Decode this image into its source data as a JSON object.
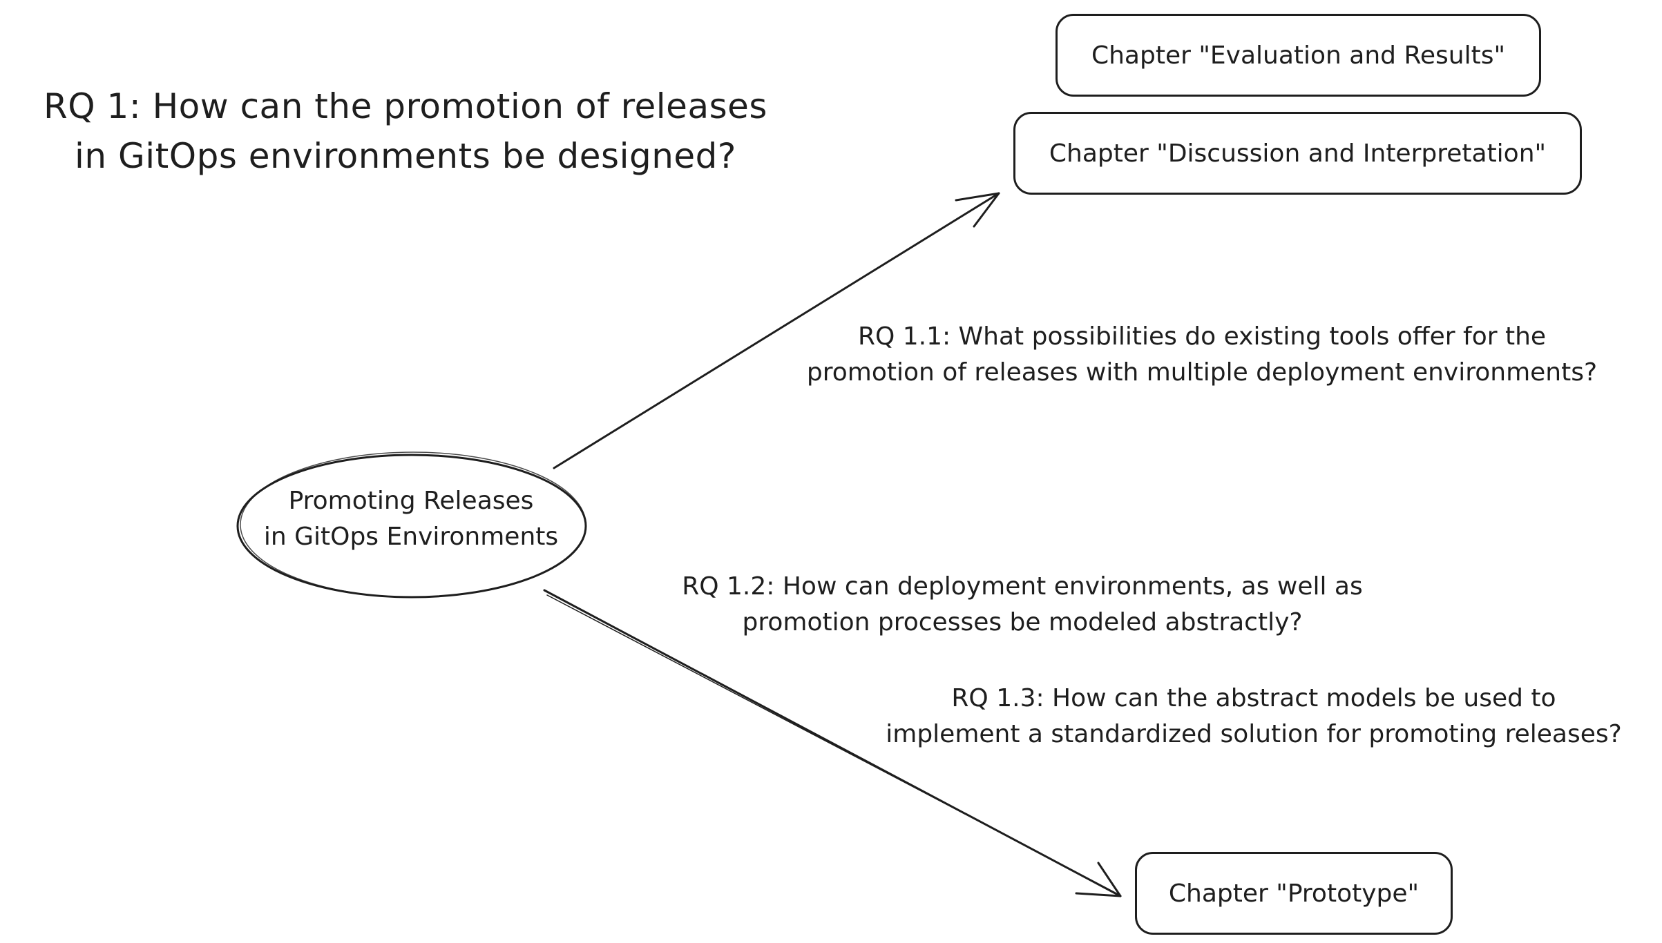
{
  "heading": {
    "line1": "RQ 1: How can the promotion of releases",
    "line2": "in GitOps environments be designed?"
  },
  "center_node": {
    "line1": "Promoting Releases",
    "line2": "in GitOps Environments"
  },
  "chapters": {
    "evaluation": "Chapter \"Evaluation and Results\"",
    "discussion": "Chapter \"Discussion and Interpretation\"",
    "prototype": "Chapter \"Prototype\""
  },
  "research_questions": {
    "rq_1_1": {
      "line1": "RQ 1.1: What possibilities do existing tools offer for the",
      "line2": "promotion of releases with multiple deployment environments?"
    },
    "rq_1_2": {
      "line1": "RQ 1.2: How can deployment environments, as well as",
      "line2": "promotion processes be modeled abstractly?"
    },
    "rq_1_3": {
      "line1": "RQ 1.3: How can the abstract models be used to",
      "line2": "implement a standardized solution for promoting releases?"
    }
  },
  "colors": {
    "stroke": "#1e1e1e",
    "background": "#ffffff"
  }
}
